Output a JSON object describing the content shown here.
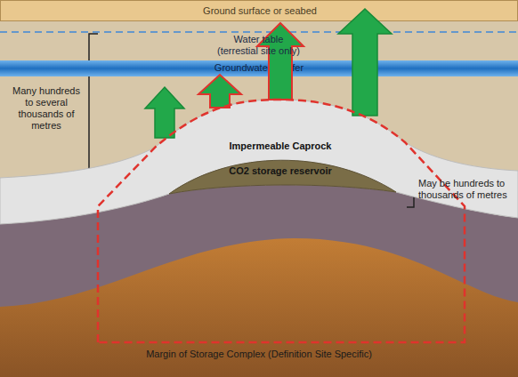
{
  "diagram": {
    "nodes": [
      {
        "text": [
          "Ground surface or seabed"
        ]
      },
      {
        "text": [
          "Groundwater aquifer"
        ]
      },
      {
        "text": [
          "Impermeable Caprock"
        ]
      },
      {
        "text": [
          "CO2 storage reservoir"
        ]
      }
    ],
    "labels": [
      "Water table (terrestial site only)",
      "Many hundreds to several thousands of metres",
      "May be hundreds to thousands of metres",
      "Margin of Storage Complex (Definition Site Specific)"
    ]
  }
}
